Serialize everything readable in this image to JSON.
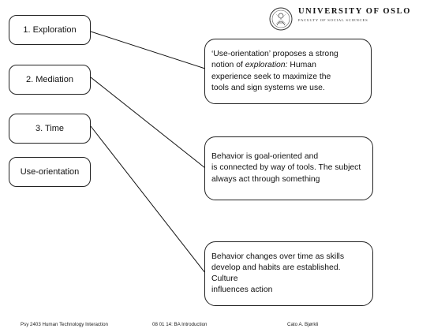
{
  "header": {
    "university": "UNIVERSITY OF OSLO",
    "faculty": "FACULTY OF SOCIAL SCIENCES",
    "logo_icon": "university-seal-icon"
  },
  "labels": [
    "1. Exploration",
    "2. Mediation",
    "3. Time",
    "Use-orientation"
  ],
  "descriptions": {
    "exploration": {
      "line1": "‘Use-orientation’ proposes a strong",
      "line2_prefix": "notion of ",
      "line2_italic": "exploration:",
      "line2_suffix": " Human",
      "line3": "experience seek to maximize the",
      "line4": "tools and sign systems we use."
    },
    "mediation": {
      "line1": "Behavior is goal-oriented and",
      "line2": "is connected by way of tools. The subject",
      "line3": "always act through something"
    },
    "time": {
      "line1": "Behavior changes over time as skills",
      "line2": "develop and habits are established. Culture",
      "line3": "influences action"
    }
  },
  "footer": {
    "course": "Psy 2403 Human Technology Interaction",
    "date": "08 01 14: BA Introduction",
    "author": "Cato A. Bjørkli"
  },
  "colors": {
    "border": "#222222",
    "background": "#ffffff",
    "text": "#111111"
  }
}
